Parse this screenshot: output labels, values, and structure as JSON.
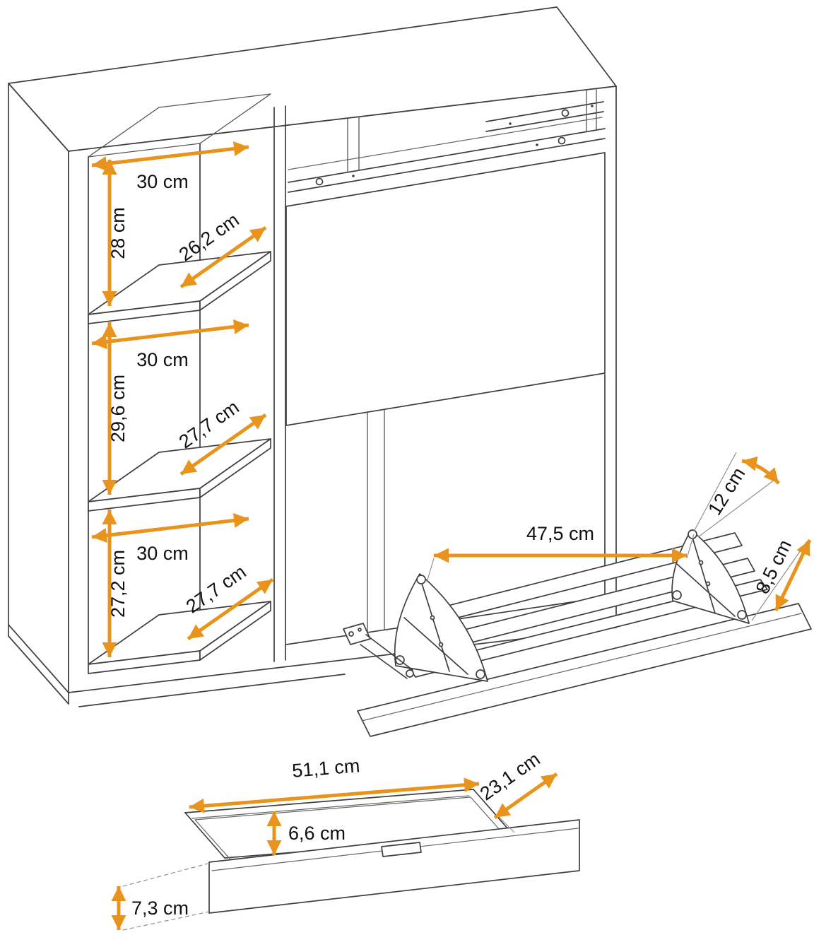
{
  "diagram": {
    "type": "furniture dimension diagram",
    "subject": "shoe cabinet with shelf compartments, tilt-out shoe flap and drawer",
    "colors": {
      "dimension_arrow": "#E8941C",
      "outline": "#3F3F3F",
      "background": "#FFFFFF",
      "label_text": "#111111"
    },
    "cabinet": {
      "compartments": [
        {
          "name": "upper shelf compartment",
          "width": "30 cm",
          "height": "28 cm",
          "depth": "26,2 cm"
        },
        {
          "name": "middle shelf compartment",
          "width": "30 cm",
          "height": "29,6 cm",
          "depth": "27,7 cm"
        },
        {
          "name": "lower shelf compartment",
          "width": "30 cm",
          "height": "27,2 cm",
          "depth": "27,7 cm"
        }
      ]
    },
    "flip_compartment": {
      "inner_width": "47,5 cm",
      "opening_gap": "12 cm",
      "edge_height": "8,5 cm"
    },
    "drawer": {
      "inner_width": "51,1 cm",
      "inner_depth": "23,1 cm",
      "inner_height": "6,6 cm",
      "front_height": "7,3 cm"
    }
  }
}
